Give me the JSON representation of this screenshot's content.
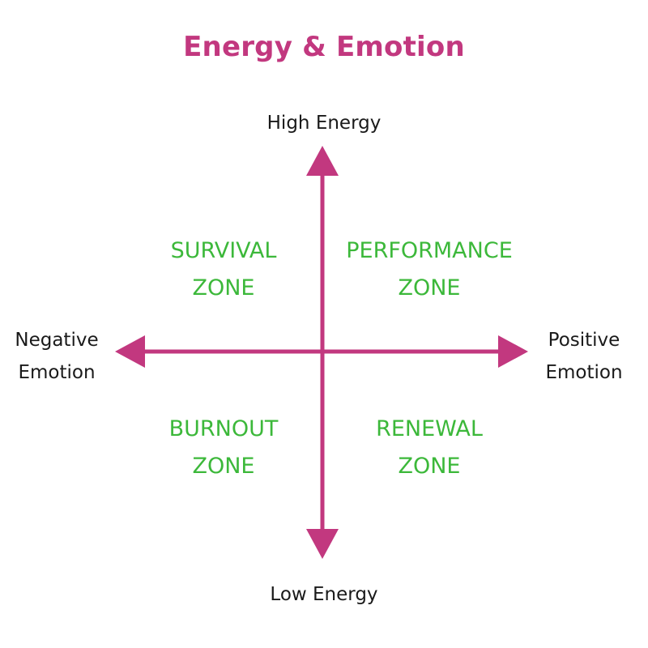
{
  "title": "Energy & Emotion",
  "axes": {
    "top": "High Energy",
    "bottom": "Low Energy",
    "left": [
      "Negative",
      "Emotion"
    ],
    "right": [
      "Positive",
      "Emotion"
    ]
  },
  "zones": {
    "top_left": [
      "SURVIVAL",
      "ZONE"
    ],
    "top_right": [
      "PERFORMANCE",
      "ZONE"
    ],
    "bottom_left": [
      "BURNOUT",
      "ZONE"
    ],
    "bottom_right": [
      "RENEWAL",
      "ZONE"
    ]
  },
  "colors": {
    "title": "#c2387f",
    "axis": "#c2387f",
    "zone_text": "#3cb83a",
    "label_text": "#1a1a1a"
  }
}
